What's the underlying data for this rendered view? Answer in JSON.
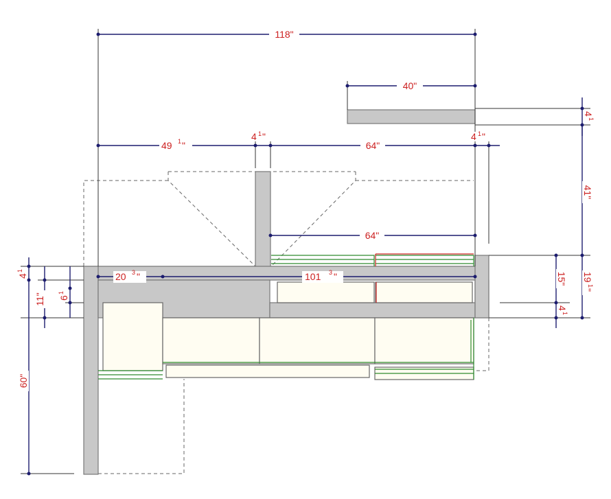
{
  "dimensions": {
    "overall_width": "118\"",
    "upper_shelf_width": "40\"",
    "left_run": "49",
    "left_run_frac": "1",
    "post_width": "4",
    "post_width_frac": "1",
    "right_run": "64\"",
    "right_end": "4",
    "right_end_frac": "1",
    "lower_run": "64\"",
    "left_segment": "20",
    "left_segment_frac": "3",
    "main_segment": "101",
    "main_segment_frac": "3",
    "shelf_depth": "4",
    "shelf_depth_frac": "1",
    "right_height": "41\"",
    "depth_a": "15\"",
    "depth_b": "19",
    "depth_b_frac": "1",
    "depth_c": "4",
    "depth_c_frac": "1",
    "left_top": "4",
    "left_top_frac": "1",
    "left_depth": "11\"",
    "left_small": "6",
    "left_small_frac": "1",
    "left_height": "60\""
  }
}
